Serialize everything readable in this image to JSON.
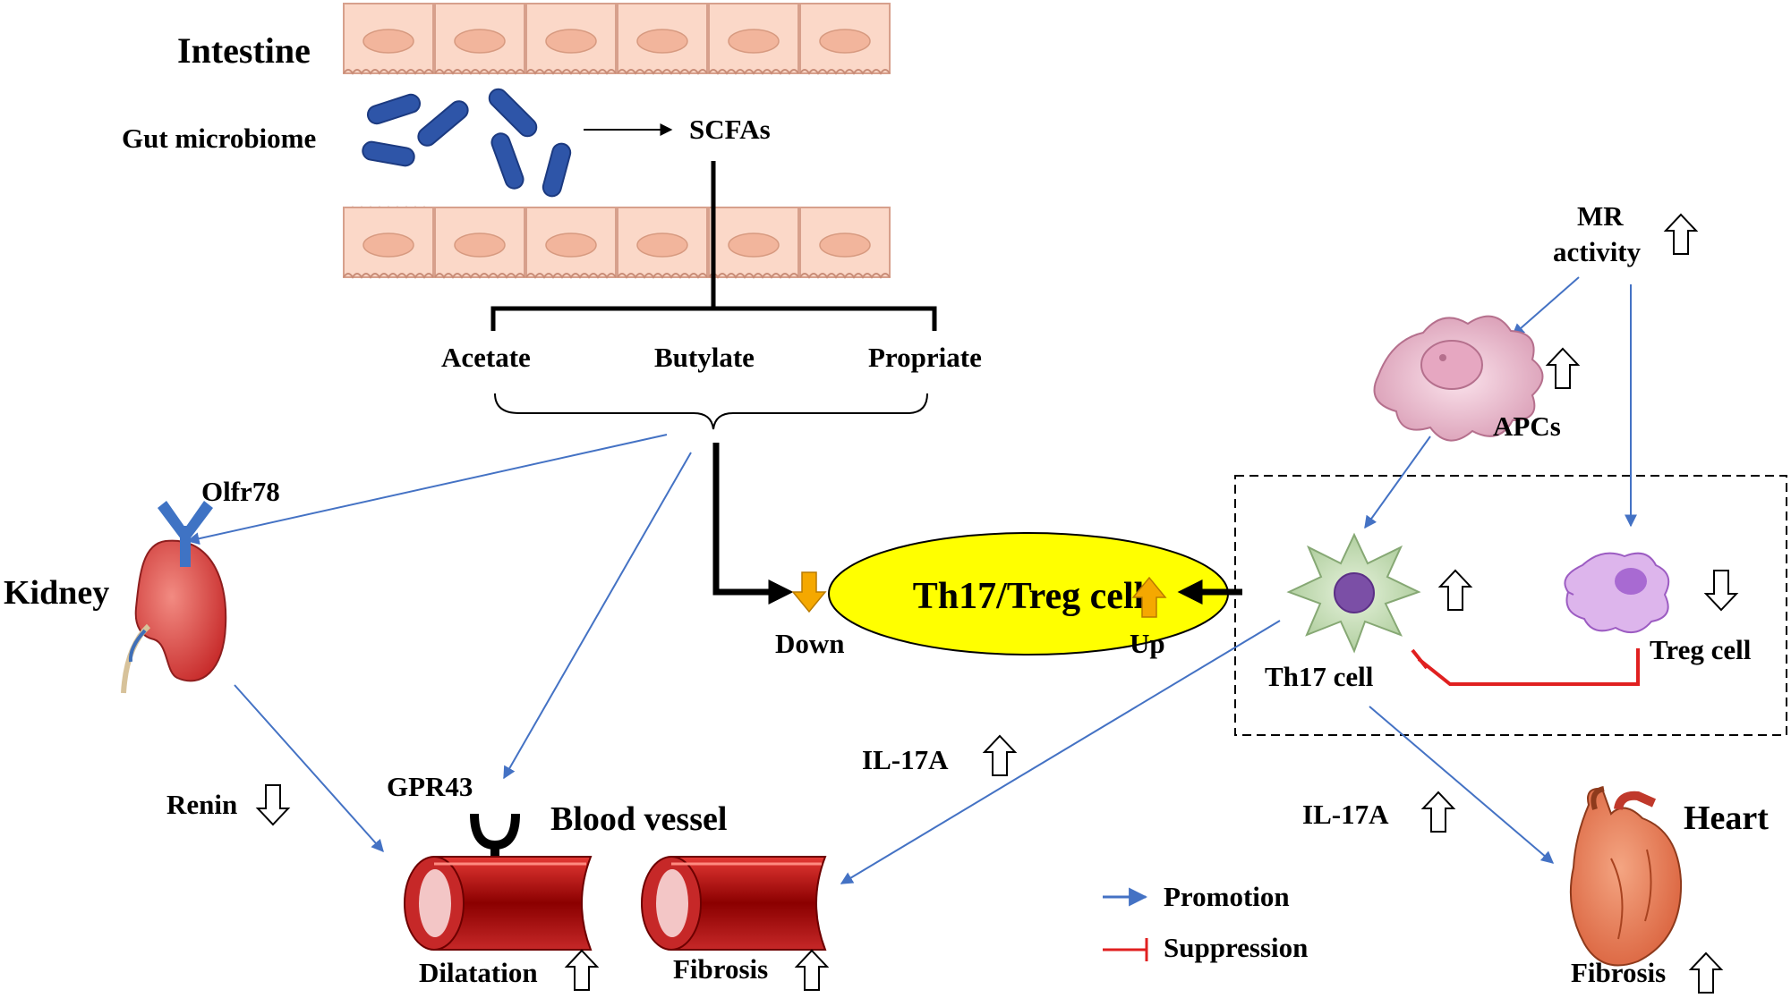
{
  "labels": {
    "intestine": "Intestine",
    "gut_microbiome": "Gut microbiome",
    "scfas": "SCFAs",
    "acetate": "Acetate",
    "butylate": "Butylate",
    "propriate": "Propriate",
    "olfr78": "Olfr78",
    "kidney": "Kidney",
    "renin": "Renin",
    "gpr43": "GPR43",
    "blood_vessel": "Blood vessel",
    "dilatation": "Dilatation",
    "fibrosis_vessel": "Fibrosis",
    "il17a_vessel": "IL-17A",
    "th17_treg": "Th17/Treg cell",
    "down": "Down",
    "up": "Up",
    "mr_line1": "MR",
    "mr_line2": "activity",
    "apcs": "APCs",
    "th17_cell": "Th17 cell",
    "treg_cell": "Treg cell",
    "il17a_heart": "IL-17A",
    "heart": "Heart",
    "fibrosis_heart": "Fibrosis"
  },
  "legend": [
    {
      "label": "Promotion",
      "kind": "arrow",
      "color": "#4472c4"
    },
    {
      "label": "Suppression",
      "kind": "inhibit",
      "color": "#e02020"
    }
  ],
  "colors": {
    "promotion": "#4472c4",
    "suppression": "#e02020",
    "th17_treg_fill": "#ffff00",
    "orange_arrow": "#f5a800",
    "vessel_red": "#b71c1c",
    "epithelium": "#fbd8c8",
    "bacteria": "#2e55a8"
  },
  "icons": [
    "intestinal-epithelium-icon",
    "bacteria-icon",
    "kidney-icon",
    "receptor-icon",
    "blood-vessel-icon",
    "apc-cell-icon",
    "th17-cell-icon",
    "treg-cell-icon",
    "heart-icon",
    "up-arrow-icon",
    "down-arrow-icon"
  ]
}
